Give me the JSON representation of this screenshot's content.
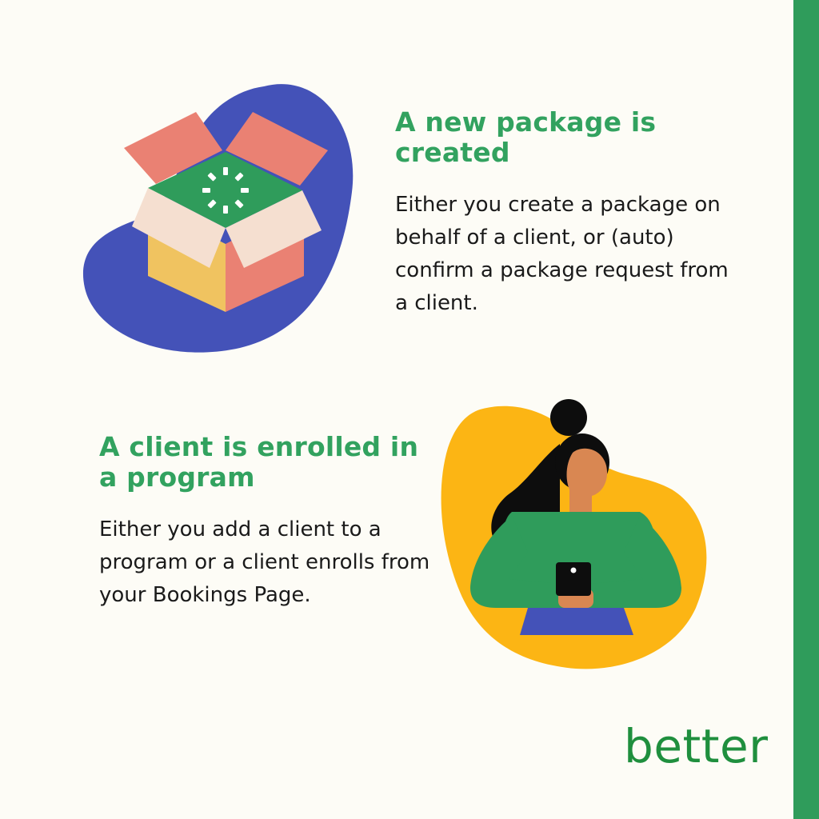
{
  "section_package": {
    "heading": "A new package is created",
    "body": "Either you create a package on behalf of a client, or (auto) confirm a package request from a client."
  },
  "section_program": {
    "heading": "A client is enrolled in a program",
    "body": "Either you add a client to a program or a client enrolls from your Bookings Page."
  },
  "brand": {
    "logo_text": "better"
  },
  "colors": {
    "background": "#fdfcf6",
    "accent_green": "#2f9c5b",
    "heading_green": "#32a25f",
    "blob_blue": "#4452b8",
    "blob_yellow": "#fcb514",
    "box_salmon": "#ea8173",
    "box_yellow": "#f0c360",
    "box_cream": "#f5dfd0"
  },
  "icons": {
    "box": "open-package-icon",
    "woman": "woman-with-phone-icon"
  }
}
